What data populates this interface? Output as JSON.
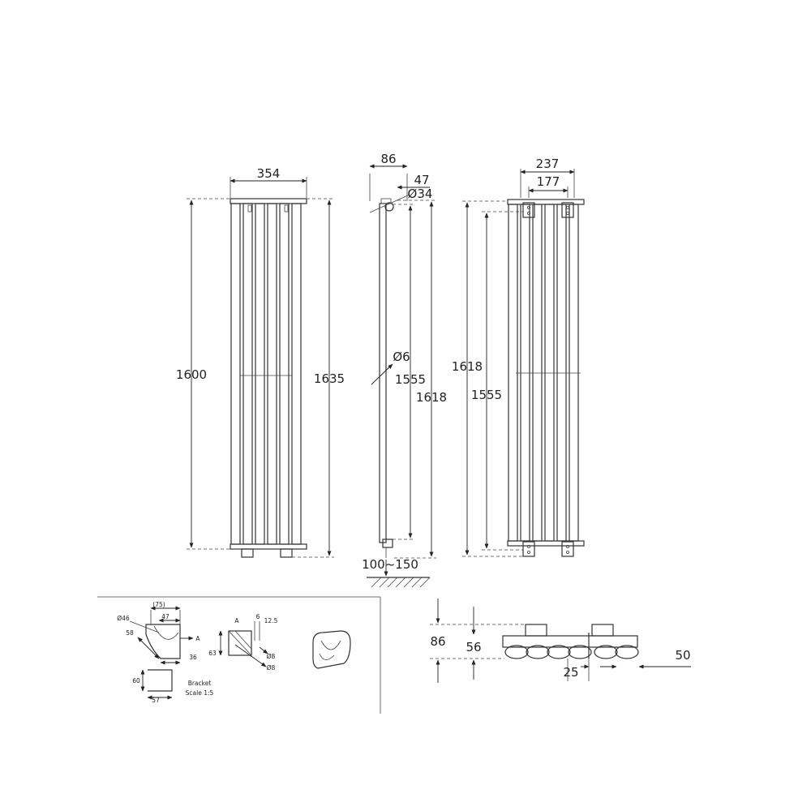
{
  "front_view": {
    "width_label": "354",
    "height_inner_label": "1600",
    "height_outer_label": "1635"
  },
  "side_view": {
    "depth_label": "86",
    "offset_label": "47",
    "pipe_diameter_label": "Ø34",
    "valve_diameter_label": "Ø6",
    "height_inner_label": "1555",
    "height_outer_label": "1618",
    "floor_clearance_label": "100~150"
  },
  "rear_view": {
    "bracket_outer_label": "237",
    "bracket_inner_label": "177",
    "height_outer_label": "1618",
    "height_inner_label": "1555"
  },
  "bracket_detail": {
    "dim_75": "(75)",
    "dim_47": "47",
    "dim_46": "Ø46",
    "dim_58": "58",
    "dim_36": "36",
    "dim_60": "60",
    "dim_57": "57",
    "dim_63": "63",
    "dim_6": "6",
    "dim_12_5": "12.5",
    "dim_8a": "Ø8",
    "dim_8b": "Ø8",
    "section_a1": "A",
    "section_a2": "A",
    "caption_line1": "Bracket",
    "caption_line2": "Scale 1:5"
  },
  "top_view": {
    "depth_label": "86",
    "tube_label": "56",
    "gap_label": "25",
    "spacing_label": "50"
  }
}
